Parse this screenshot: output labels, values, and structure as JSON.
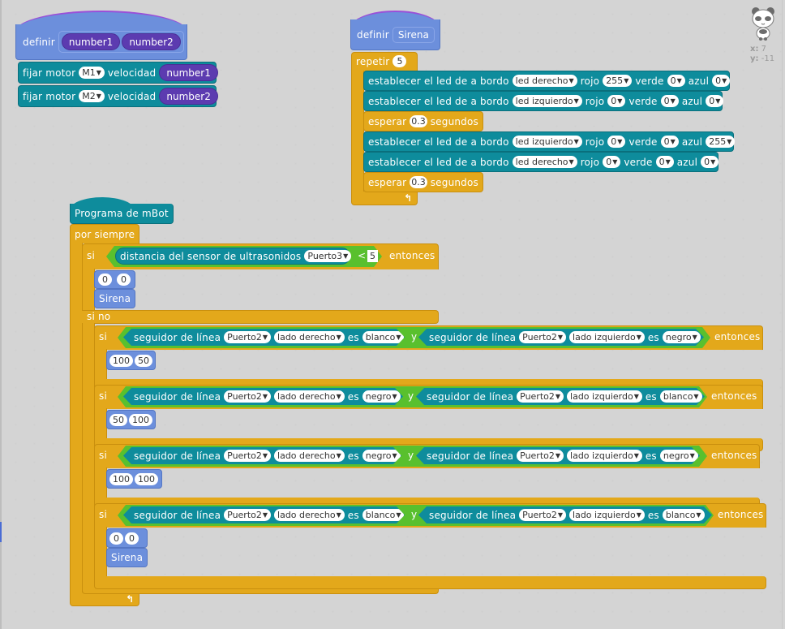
{
  "sprite": {
    "icon": "panda-icon",
    "x_label": "x:",
    "x_value": "7",
    "y_label": "y:",
    "y_value": "-11"
  },
  "motor_def": {
    "definir": "definir",
    "params": [
      "number1",
      "number2"
    ],
    "rows": [
      {
        "label_a": "fijar motor",
        "motor": "M1",
        "label_b": "velocidad",
        "value": "number1"
      },
      {
        "label_a": "fijar motor",
        "motor": "M2",
        "label_b": "velocidad",
        "value": "number2"
      }
    ]
  },
  "sirena_def": {
    "definir": "definir",
    "name": "Sirena",
    "repeat_label": "repetir",
    "repeat_count": "5",
    "steps": [
      {
        "type": "led",
        "label": "establecer el led de a bordo",
        "led": "led derecho",
        "rojo_label": "rojo",
        "rojo": "255",
        "verde_label": "verde",
        "verde": "0",
        "azul_label": "azul",
        "azul": "0"
      },
      {
        "type": "led",
        "label": "establecer el led de a bordo",
        "led": "led izquierdo",
        "rojo_label": "rojo",
        "rojo": "0",
        "verde_label": "verde",
        "verde": "0",
        "azul_label": "azul",
        "azul": "0"
      },
      {
        "type": "wait",
        "label_a": "esperar",
        "value": "0.3",
        "label_b": "segundos"
      },
      {
        "type": "led",
        "label": "establecer el led de a bordo",
        "led": "led izquierdo",
        "rojo_label": "rojo",
        "rojo": "0",
        "verde_label": "verde",
        "verde": "0",
        "azul_label": "azul",
        "azul": "255"
      },
      {
        "type": "led",
        "label": "establecer el led de a bordo",
        "led": "led derecho",
        "rojo_label": "rojo",
        "rojo": "0",
        "verde_label": "verde",
        "verde": "0",
        "azul_label": "azul",
        "azul": "0"
      },
      {
        "type": "wait",
        "label_a": "esperar",
        "value": "0.3",
        "label_b": "segundos"
      }
    ]
  },
  "main_program": {
    "hat": "Programa de mBot",
    "forever": "por siempre",
    "if_label": "si",
    "then_label": "entonces",
    "else_label": "si no",
    "and_label": "y",
    "es_label": "es",
    "sensor_condition": {
      "label": "distancia del sensor de ultrasonidos",
      "port": "Puerto3",
      "op": "<",
      "value": "5"
    },
    "if_body": {
      "args": [
        "0",
        "0"
      ],
      "call": "Sirena"
    },
    "line_label": "seguidor de línea",
    "branches": [
      {
        "port_a": "Puerto2",
        "side_a": "lado derecho",
        "color_a": "blanco",
        "port_b": "Puerto2",
        "side_b": "lado izquierdo",
        "color_b": "negro",
        "args": [
          "100",
          "50"
        ],
        "call": ""
      },
      {
        "port_a": "Puerto2",
        "side_a": "lado derecho",
        "color_a": "negro",
        "port_b": "Puerto2",
        "side_b": "lado izquierdo",
        "color_b": "blanco",
        "args": [
          "50",
          "100"
        ],
        "call": ""
      },
      {
        "port_a": "Puerto2",
        "side_a": "lado derecho",
        "color_a": "negro",
        "port_b": "Puerto2",
        "side_b": "lado izquierdo",
        "color_b": "negro",
        "args": [
          "100",
          "100"
        ],
        "call": ""
      },
      {
        "port_a": "Puerto2",
        "side_a": "lado derecho",
        "color_a": "blanco",
        "port_b": "Puerto2",
        "side_b": "lado izquierdo",
        "color_b": "blanco",
        "args": [
          "0",
          "0"
        ],
        "call": "Sirena"
      }
    ]
  },
  "colors": {
    "motion": "#0e8c9c",
    "control": "#e3a81b",
    "custom": "#6c8fdc",
    "operator": "#59c02e",
    "param": "#5c3bb0"
  }
}
